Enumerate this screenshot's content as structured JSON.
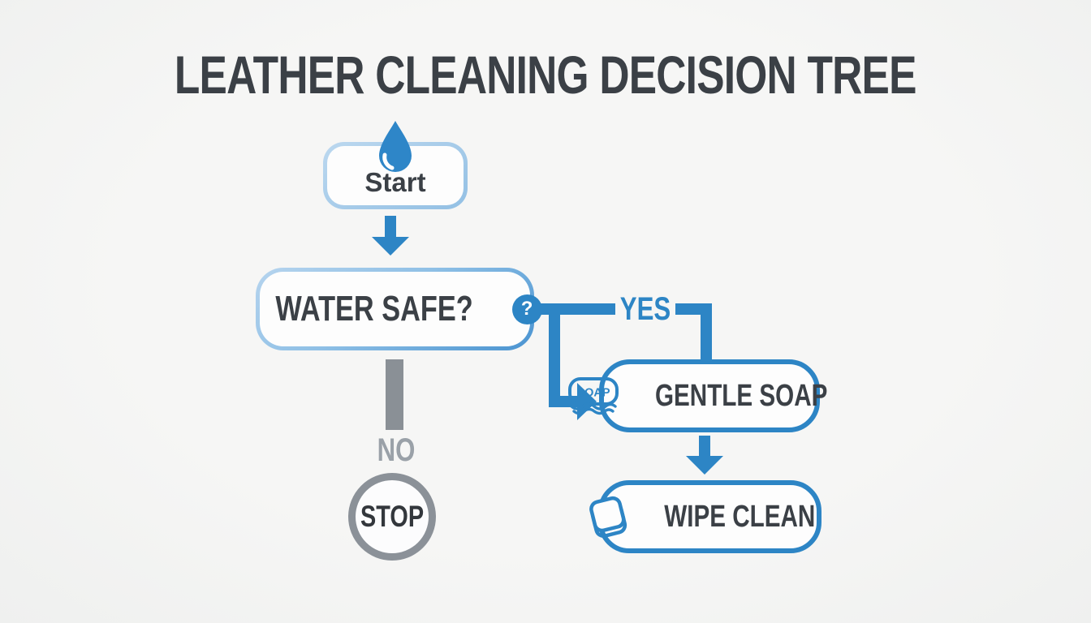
{
  "title": "LEATHER CLEANING DECISION TREE",
  "nodes": {
    "start": {
      "label": "Start",
      "icon": "water-drop"
    },
    "water_safe": {
      "label": "WATER SAFE?",
      "help_glyph": "?"
    },
    "gentle_soap": {
      "label": "GENTLE SOAP",
      "icon_text": "SOAP"
    },
    "wipe_clean": {
      "label": "WIPE CLEAN",
      "icon": "cloth"
    },
    "stop": {
      "label": "STOP"
    }
  },
  "branches": {
    "yes": {
      "label": "YES"
    },
    "no": {
      "label": "NO"
    }
  },
  "colors": {
    "accent_blue": "#2d85c5",
    "light_blue_border": "#a9cbe9",
    "charcoal_text": "#3b4046",
    "gray_branch": "#8b9197",
    "background": "#f3f4f2"
  }
}
